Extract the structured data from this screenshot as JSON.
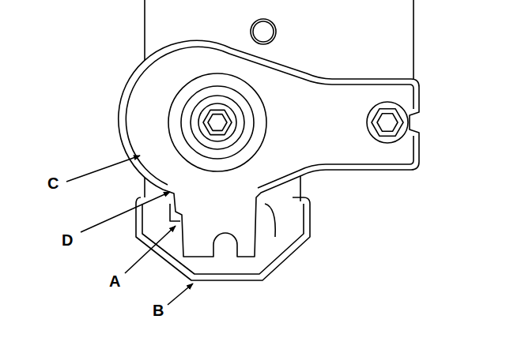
{
  "diagram": {
    "labels": [
      "C",
      "D",
      "A",
      "B"
    ]
  }
}
